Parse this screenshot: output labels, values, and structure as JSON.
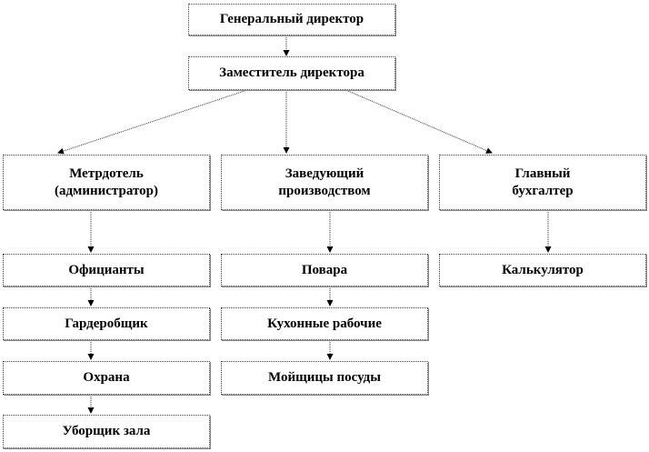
{
  "nodes": {
    "ceo": "Генеральный директор",
    "deputy": "Заместитель директора",
    "maitre": "Метрдотель\n(администратор)",
    "production_head": "Заведующий\nпроизводством",
    "chief_accountant": "Главный\nбухгалтер",
    "waiters": "Официанты",
    "cloakroom": "Гардеробщик",
    "security": "Охрана",
    "hall_cleaner": "Уборщик зала",
    "cooks": "Повара",
    "kitchen_workers": "Кухонные рабочие",
    "dishwashers": "Мойщицы посуды",
    "calculator": "Калькулятор"
  }
}
